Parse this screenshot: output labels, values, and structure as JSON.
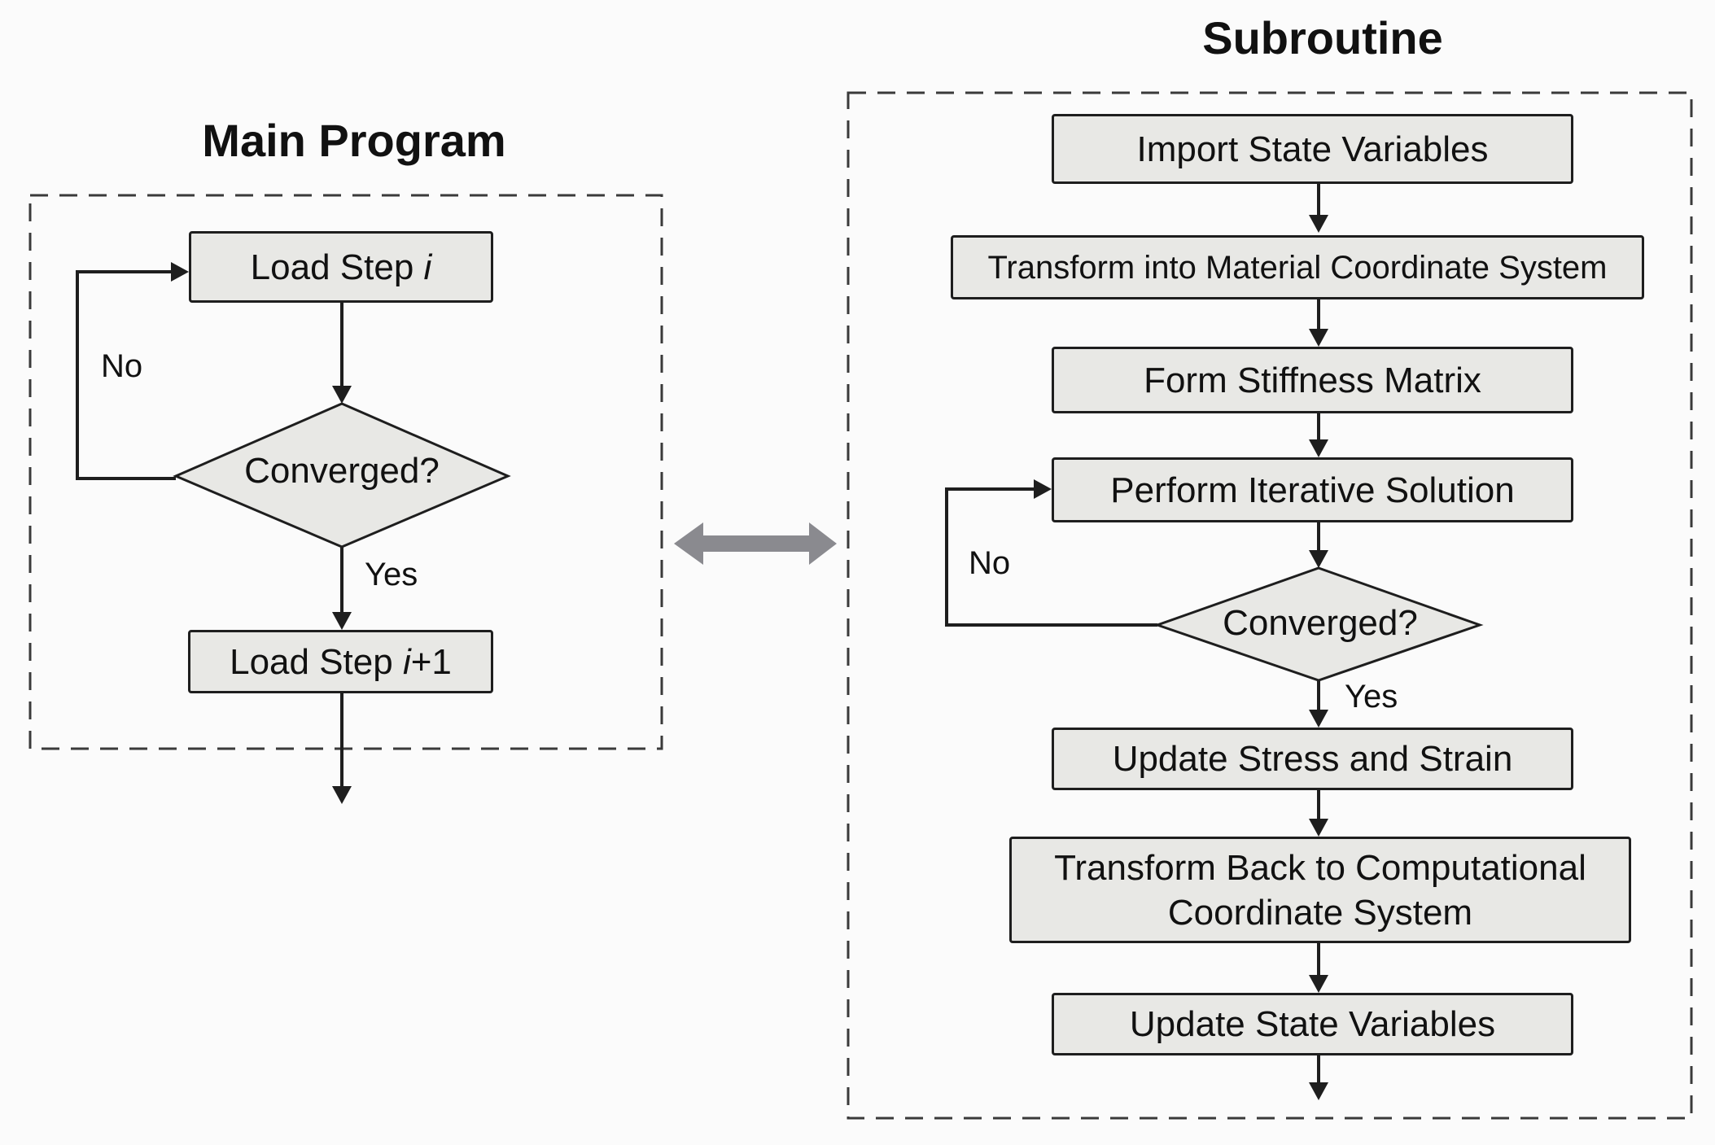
{
  "main_program": {
    "title": "Main Program",
    "load_step_prefix": "Load Step ",
    "load_step_var": "i",
    "decision": "Converged?",
    "no_label": "No",
    "yes_label": "Yes",
    "next_step_prefix": "Load Step ",
    "next_step_var": "i",
    "next_step_suffix": "+1"
  },
  "subroutine": {
    "title": "Subroutine",
    "steps": {
      "import": "Import State Variables",
      "transform_material": "Transform into Material Coordinate System",
      "form_stiffness": "Form Stiffness Matrix",
      "iterative": "Perform Iterative Solution",
      "update_stress": "Update Stress and Strain",
      "transform_back_line1": "Transform Back to Computational",
      "transform_back_line2": "Coordinate System",
      "update_state": "Update State Variables"
    },
    "decision": "Converged?",
    "no_label": "No",
    "yes_label": "Yes"
  },
  "colors": {
    "box_fill": "#e8e8e5",
    "stroke": "#1e1e1e",
    "exchange_arrow": "#8a8a8f"
  }
}
